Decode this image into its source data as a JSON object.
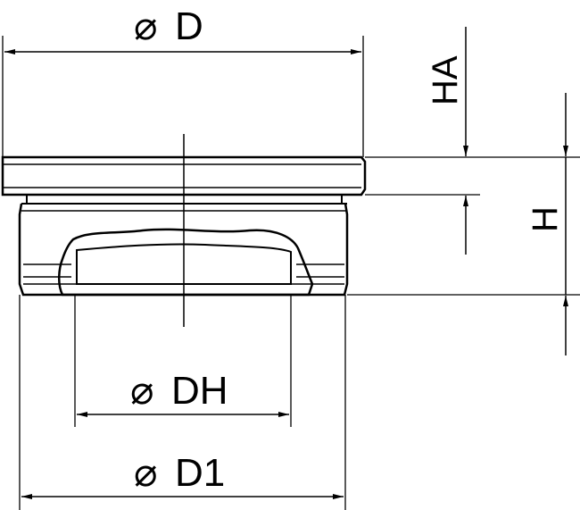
{
  "dimensions": {
    "d": "D",
    "d1": "D1",
    "dh": "DH",
    "ha": "HA",
    "h": "H"
  },
  "diameter_symbol": "⌀"
}
